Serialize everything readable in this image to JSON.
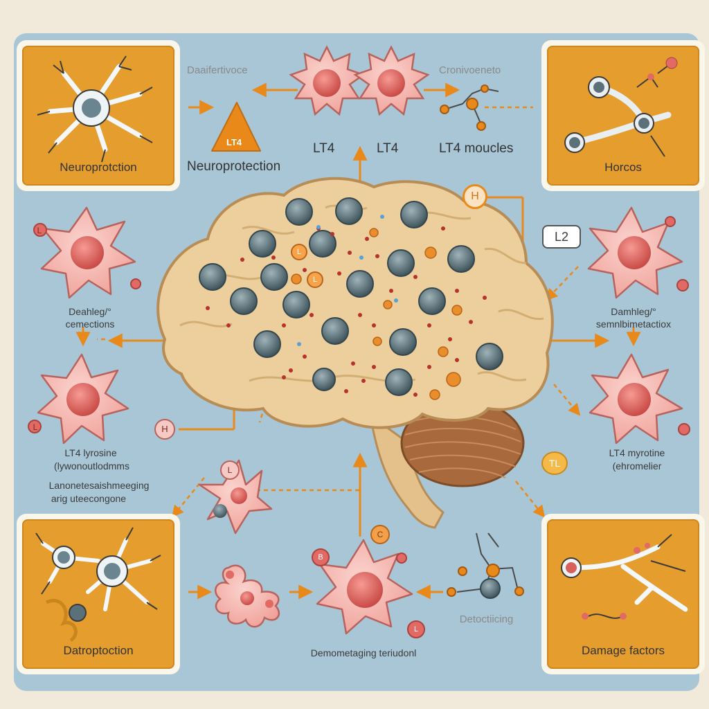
{
  "colors": {
    "background": "#f1e9da",
    "diagram_area": "#a8c6d6",
    "panel_orange": "#e59d2e",
    "arrow_orange": "#e8891a",
    "cell_pink": "#f2a7a1",
    "nucleus_red": "#d95f5a",
    "brain_tan": "#eccf9d",
    "cerebellum_brown": "#a86a3c",
    "neuron_gray": "#556a73"
  },
  "panels": {
    "top_left": "Neuroprotction",
    "top_right": "Horcos",
    "bottom_left": "Datroptoction",
    "bottom_right": "Damage factors"
  },
  "top": {
    "left_heading": "Daaifertivoce",
    "right_heading": "Cronivoeneto",
    "triangle": "LT4",
    "neuroprotection": "Neuroprotection",
    "lt4_a": "LT4",
    "lt4_b": "LT4",
    "lt4_molecules": "LT4 moucles"
  },
  "badges": {
    "h": "H",
    "l2": "L2",
    "left_l": "L",
    "right_l": "L",
    "mid_left_l": "L",
    "brain_l": "L",
    "brain_l2": "L",
    "left_h": "H",
    "right_tl": "TL",
    "bottom_c": "C",
    "bottom_b": "B",
    "bottom_l": "L"
  },
  "left_side": {
    "label1_line1": "Deahleg/°",
    "label1_line2": "cemections",
    "label2_line1": "LT4 lyrosine",
    "label2_line2": "(lywonoutlodmms",
    "label3_line1": "Lanonetesaishmeeging",
    "label3_line2": "arig uteecongone"
  },
  "right_side": {
    "label1_line1": "Damhleg/°",
    "label1_line2": "semnlbimetactiox",
    "label2_line1": "LT4 myrotine",
    "label2_line2": "(ehromelier"
  },
  "bottom": {
    "center": "Demometaging teriudonl",
    "right": "Detoctiicing"
  }
}
